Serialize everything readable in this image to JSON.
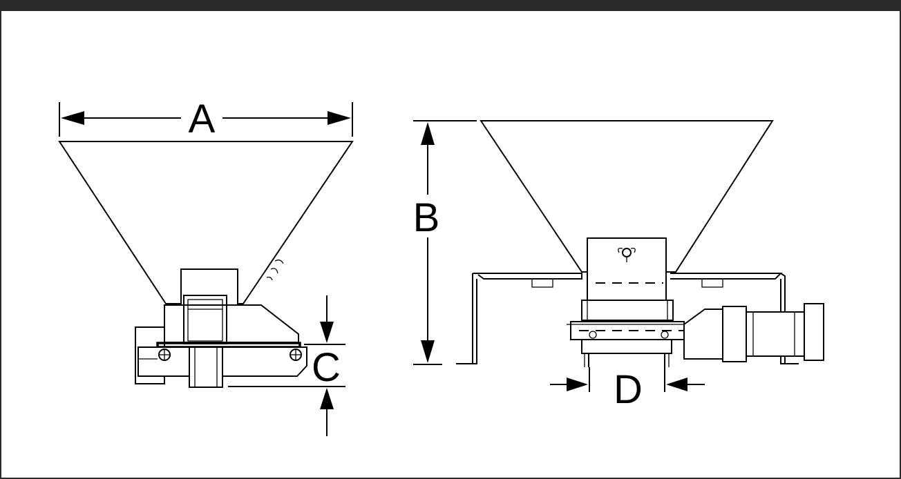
{
  "labels": {
    "A": "A",
    "B": "B",
    "C": "C",
    "D": "D"
  },
  "colors": {
    "frame": "#2b2b2b",
    "ink": "#000000",
    "background": "#ffffff"
  }
}
